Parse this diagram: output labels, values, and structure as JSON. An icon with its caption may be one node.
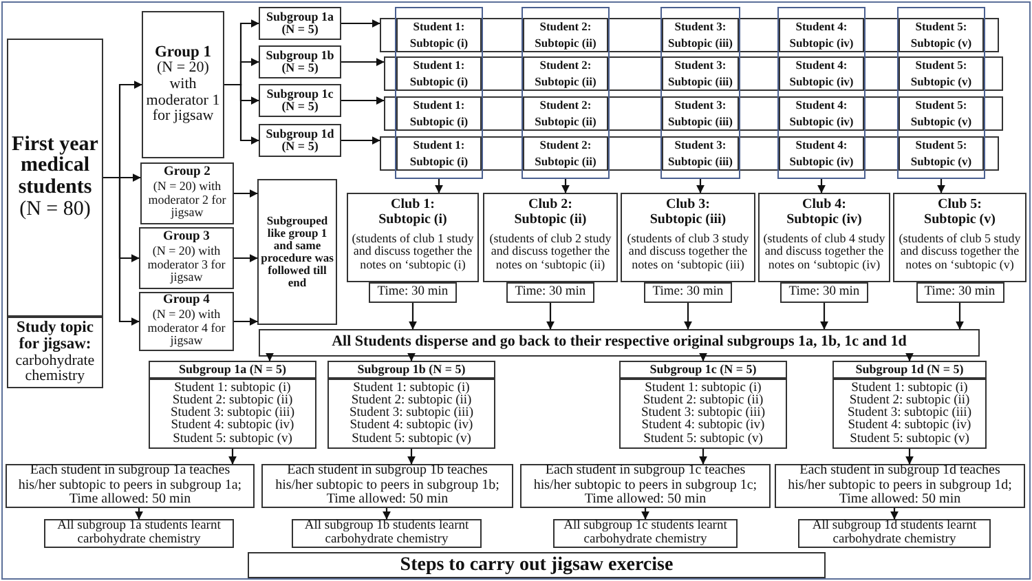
{
  "diagram": {
    "title": "Steps to carry out jigsaw exercise",
    "nodes": [
      {
        "text": [
          "First year medical students",
          "(N = 80)"
        ]
      },
      {
        "text": [
          "Study topic for jigsaw:",
          "carbohydrate chemistry"
        ]
      },
      {
        "text": [
          "Group 1",
          "(N = 20) with moderator 1 for jigsaw"
        ]
      },
      {
        "text": [
          "Group 2",
          "(N = 20) with moderator 2 for jigsaw"
        ]
      },
      {
        "text": [
          "Group 3",
          "(N = 20) with moderator 3 for jigsaw"
        ]
      },
      {
        "text": [
          "Group 4",
          "(N = 20) with moderator 4 for jigsaw"
        ]
      },
      {
        "text": [
          "Subgrouped like group 1 and same procedure was followed till end"
        ]
      },
      {
        "text": [
          "Subgroup 1a",
          "(N = 5)"
        ]
      },
      {
        "text": [
          "Subgroup 1b",
          "(N = 5)"
        ]
      },
      {
        "text": [
          "Subgroup 1c",
          "(N = 5)"
        ]
      },
      {
        "text": [
          "Subgroup 1d",
          "(N = 5)"
        ]
      },
      {
        "text": [],
        "shape": "box"
      },
      {
        "text": [],
        "shape": "box"
      },
      {
        "text": [],
        "shape": "box"
      },
      {
        "text": [],
        "shape": "box"
      },
      {
        "text": [
          "Student 1: Subtopic (i)"
        ]
      },
      {
        "text": [
          "Student 2: Subtopic (ii)"
        ]
      },
      {
        "text": [
          "Student 3: Subtopic (iii)"
        ]
      },
      {
        "text": [
          "Student 4: Subtopic (iv)"
        ]
      },
      {
        "text": [
          "Student 5: Subtopic (v)"
        ]
      },
      {
        "text": [
          "Student 1: Subtopic (i)"
        ]
      },
      {
        "text": [
          "Student 2: Subtopic (ii)"
        ]
      },
      {
        "text": [
          "Student 3: Subtopic (iii)"
        ]
      },
      {
        "text": [
          "Student 4: Subtopic (iv)"
        ]
      },
      {
        "text": [
          "Student 5: Subtopic (v)"
        ]
      },
      {
        "text": [
          "Student 1: Subtopic (i)"
        ]
      },
      {
        "text": [
          "Student 2: Subtopic (ii)"
        ]
      },
      {
        "text": [
          "Student 3: Subtopic (iii)"
        ]
      },
      {
        "text": [
          "Student 4: Subtopic (iv)"
        ]
      },
      {
        "text": [
          "Student 5: Subtopic (v)"
        ]
      },
      {
        "text": [
          "Student 1: Subtopic (i)"
        ]
      },
      {
        "text": [
          "Student 2: Subtopic (ii)"
        ]
      },
      {
        "text": [
          "Student 3: Subtopic (iii)"
        ]
      },
      {
        "text": [
          "Student 4: Subtopic (iv)"
        ]
      },
      {
        "text": [
          "Student 5: Subtopic (v)"
        ]
      },
      {
        "text": [],
        "shape": "box"
      },
      {
        "text": [],
        "shape": "box"
      },
      {
        "text": [],
        "shape": "box"
      },
      {
        "text": [],
        "shape": "box"
      },
      {
        "text": [],
        "shape": "box"
      },
      {
        "text": [
          "Club 1: Subtopic (i)",
          "(students of club 1 study and discuss together the notes on ‘subtopic (i)"
        ]
      },
      {
        "text": [
          "Club 2: Subtopic (ii)",
          "(students of club 2 study and discuss together the notes on ‘subtopic (ii)"
        ]
      },
      {
        "text": [
          "Club 3: Subtopic (iii)",
          "(students of club 3 study and discuss together the notes on ‘subtopic (iii)"
        ]
      },
      {
        "text": [
          "Club 4: Subtopic (iv)",
          "(students of club 4 study and discuss together the notes on ‘subtopic (iv)"
        ]
      },
      {
        "text": [
          "Club 5: Subtopic (v)",
          "(students of club 5 study and discuss together the notes on ‘subtopic (v)"
        ]
      },
      {
        "text": [
          "Time: 30 min"
        ]
      },
      {
        "text": [
          "Time: 30 min"
        ]
      },
      {
        "text": [
          "Time: 30 min"
        ]
      },
      {
        "text": [
          "Time: 30 min"
        ]
      },
      {
        "text": [
          "Time: 30 min"
        ]
      },
      {
        "text": [
          "All Students disperse and go back to their respective original subgroups 1a, 1b, 1c and 1d"
        ]
      },
      {
        "text": [
          "Subgroup 1a (N = 5)",
          "Student 1: subtopic (i)",
          "Student 2: subtopic (ii)",
          "Student 3: subtopic (iii)",
          "Student 4: subtopic (iv)",
          "Student 5: subtopic (v)"
        ]
      },
      {
        "text": [
          "Subgroup 1b (N = 5)",
          "Student 1: subtopic (i)",
          "Student 2: subtopic (ii)",
          "Student 3: subtopic (iii)",
          "Student 4: subtopic (iv)",
          "Student 5: subtopic (v)"
        ]
      },
      {
        "text": [
          "Subgroup 1c (N = 5)",
          "Student 1: subtopic (i)",
          "Student 2: subtopic (ii)",
          "Student 3: subtopic (iii)",
          "Student 4: subtopic (iv)",
          "Student 5: subtopic (v)"
        ]
      },
      {
        "text": [
          "Subgroup 1d (N = 5)",
          "Student 1: subtopic (i)",
          "Student 2: subtopic (ii)",
          "Student 3: subtopic (iii)",
          "Student 4: subtopic (iv)",
          "Student 5: subtopic (v)"
        ]
      },
      {
        "text": [
          "Each student in subgroup 1a teaches his/her subtopic to peers in subgroup 1a; Time allowed: 50 min"
        ]
      },
      {
        "text": [
          "Each student in subgroup 1b teaches his/her subtopic to peers in subgroup 1b; Time allowed: 50 min"
        ]
      },
      {
        "text": [
          "Each student in subgroup 1c teaches his/her subtopic to peers in subgroup 1c; Time allowed: 50 min"
        ]
      },
      {
        "text": [
          "Each student in subgroup 1d teaches his/her subtopic to peers in subgroup 1d; Time allowed: 50 min"
        ]
      },
      {
        "text": [
          "All subgroup 1a students learnt carbohydrate chemistry"
        ]
      },
      {
        "text": [
          "All subgroup 1b students learnt carbohydrate chemistry"
        ]
      },
      {
        "text": [
          "All subgroup 1c students learnt carbohydrate chemistry"
        ]
      },
      {
        "text": [
          "All subgroup 1d students learnt carbohydrate chemistry"
        ]
      }
    ],
    "edges": [
      {
        "from": 0,
        "to": 2,
        "arrow": "to"
      },
      {
        "from": 0,
        "to": 3,
        "arrow": "to"
      },
      {
        "from": 0,
        "to": 4,
        "arrow": "to"
      },
      {
        "from": 0,
        "to": 5,
        "arrow": "to"
      },
      {
        "from": 2,
        "to": 7,
        "arrow": "to"
      },
      {
        "from": 2,
        "to": 8,
        "arrow": "to"
      },
      {
        "from": 2,
        "to": 9,
        "arrow": "to"
      },
      {
        "from": 2,
        "to": 10,
        "arrow": "to"
      },
      {
        "from": 3,
        "to": 6,
        "arrow": "to"
      },
      {
        "from": 4,
        "to": 6,
        "arrow": "to"
      },
      {
        "from": 5,
        "to": 6,
        "arrow": "to"
      },
      {
        "from": 7,
        "to": 11,
        "arrow": "to"
      },
      {
        "from": 8,
        "to": 12,
        "arrow": "to"
      },
      {
        "from": 9,
        "to": 13,
        "arrow": "to"
      },
      {
        "from": 10,
        "to": 14,
        "arrow": "to"
      },
      {
        "from": 35,
        "to": 40,
        "arrow": "to"
      },
      {
        "from": 36,
        "to": 41,
        "arrow": "to"
      },
      {
        "from": 37,
        "to": 42,
        "arrow": "to"
      },
      {
        "from": 38,
        "to": 43,
        "arrow": "to"
      },
      {
        "from": 39,
        "to": 44,
        "arrow": "to"
      },
      {
        "from": 45,
        "to": 50,
        "arrow": "to"
      },
      {
        "from": 46,
        "to": 50,
        "arrow": "to"
      },
      {
        "from": 47,
        "to": 50,
        "arrow": "to"
      },
      {
        "from": 48,
        "to": 50,
        "arrow": "to"
      },
      {
        "from": 49,
        "to": 50,
        "arrow": "to"
      },
      {
        "from": 50,
        "to": 51,
        "arrow": "to"
      },
      {
        "from": 50,
        "to": 52,
        "arrow": "to"
      },
      {
        "from": 50,
        "to": 53,
        "arrow": "to"
      },
      {
        "from": 50,
        "to": 54,
        "arrow": "to"
      },
      {
        "from": 51,
        "to": 55,
        "arrow": "to"
      },
      {
        "from": 52,
        "to": 56,
        "arrow": "to"
      },
      {
        "from": 53,
        "to": 57,
        "arrow": "to"
      },
      {
        "from": 54,
        "to": 58,
        "arrow": "to"
      },
      {
        "from": 55,
        "to": 59,
        "arrow": "to"
      },
      {
        "from": 56,
        "to": 60,
        "arrow": "to"
      },
      {
        "from": 57,
        "to": 61,
        "arrow": "to"
      },
      {
        "from": 58,
        "to": 62,
        "arrow": "to"
      }
    ]
  }
}
